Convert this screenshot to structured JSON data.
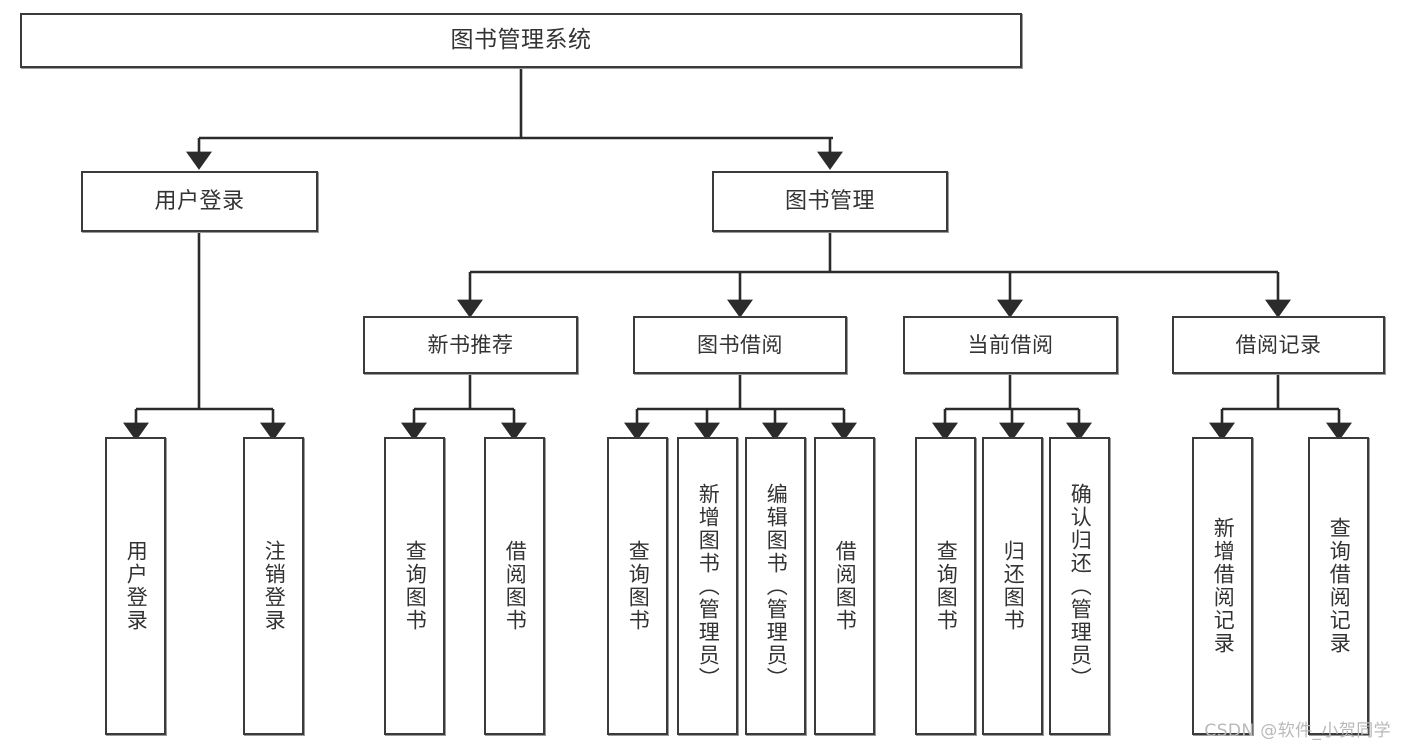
{
  "diagram": {
    "title": "图书管理系统",
    "type": "tree",
    "watermark": "CSDN @软件_小贺同学",
    "colors": {
      "node_border": "#3b3b3b",
      "node_fill": "#ffffff",
      "edge": "#2b2b2b",
      "text": "#333333",
      "watermark": "#b9b9b9",
      "background": "#ffffff"
    },
    "levels": {
      "root": {
        "label": "图书管理系统"
      },
      "level2": [
        {
          "id": "user-login",
          "label": "用户登录"
        },
        {
          "id": "book-manage",
          "label": "图书管理"
        }
      ],
      "level3": [
        {
          "id": "new-book-recommend",
          "label": "新书推荐",
          "parent": "book-manage"
        },
        {
          "id": "book-borrow",
          "label": "图书借阅",
          "parent": "book-manage"
        },
        {
          "id": "current-borrow",
          "label": "当前借阅",
          "parent": "book-manage"
        },
        {
          "id": "borrow-record",
          "label": "借阅记录",
          "parent": "book-manage"
        }
      ],
      "leaves": {
        "user-login": [
          {
            "id": "leaf-user-login",
            "label": "用户登录"
          },
          {
            "id": "leaf-logout",
            "label": "注销登录"
          }
        ],
        "new-book-recommend": [
          {
            "id": "leaf-query-book-1",
            "label": "查询图书"
          },
          {
            "id": "leaf-borrow-book-1",
            "label": "借阅图书"
          }
        ],
        "book-borrow": [
          {
            "id": "leaf-query-book-2",
            "label": "查询图书"
          },
          {
            "id": "leaf-add-book",
            "label": "新增图书（管理员）"
          },
          {
            "id": "leaf-edit-book",
            "label": "编辑图书（管理员）"
          },
          {
            "id": "leaf-borrow-book-2",
            "label": "借阅图书"
          }
        ],
        "current-borrow": [
          {
            "id": "leaf-query-book-3",
            "label": "查询图书"
          },
          {
            "id": "leaf-return-book",
            "label": "归还图书"
          },
          {
            "id": "leaf-confirm-return",
            "label": "确认归还（管理员）"
          }
        ],
        "borrow-record": [
          {
            "id": "leaf-add-record",
            "label": "新增借阅记录"
          },
          {
            "id": "leaf-query-record",
            "label": "查询借阅记录"
          }
        ]
      }
    }
  }
}
